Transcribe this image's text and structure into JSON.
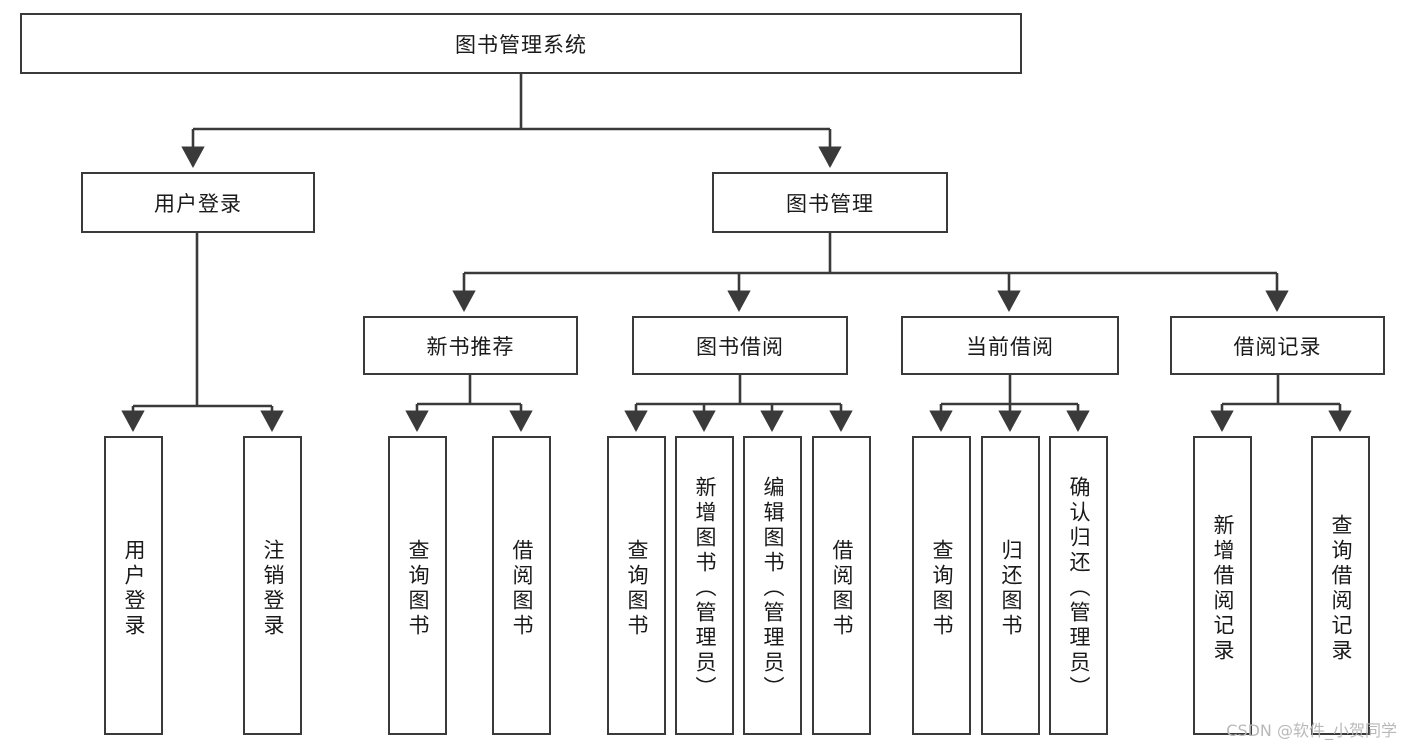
{
  "diagram": {
    "type": "tree-hierarchy-chart",
    "title": "图书管理系统",
    "line_color": "#3a3a3a",
    "box_fill": "#ffffff",
    "text_color": "#1a1a1a",
    "nodes": {
      "root": {
        "label": "图书管理系统",
        "level": 0,
        "orientation": "horizontal"
      },
      "user_login": {
        "label": "用户登录",
        "level": 1,
        "orientation": "horizontal"
      },
      "book_mgmt": {
        "label": "图书管理",
        "level": 1,
        "orientation": "horizontal"
      },
      "new_book_rec": {
        "label": "新书推荐",
        "level": 2,
        "orientation": "horizontal"
      },
      "book_borrow": {
        "label": "图书借阅",
        "level": 2,
        "orientation": "horizontal"
      },
      "current_borrow": {
        "label": "当前借阅",
        "level": 2,
        "orientation": "horizontal"
      },
      "borrow_record": {
        "label": "借阅记录",
        "level": 2,
        "orientation": "horizontal"
      },
      "leaf_user_login": {
        "label": "用户登录",
        "level": 3,
        "orientation": "vertical"
      },
      "leaf_logout": {
        "label": "注销登录",
        "level": 3,
        "orientation": "vertical"
      },
      "leaf_query_book_1": {
        "label": "查询图书",
        "level": 3,
        "orientation": "vertical"
      },
      "leaf_borrow_book_1": {
        "label": "借阅图书",
        "level": 3,
        "orientation": "vertical"
      },
      "leaf_query_book_2": {
        "label": "查询图书",
        "level": 3,
        "orientation": "vertical"
      },
      "leaf_add_book": {
        "label": "新增图书（管理员）",
        "level": 3,
        "orientation": "vertical"
      },
      "leaf_edit_book": {
        "label": "编辑图书（管理员）",
        "level": 3,
        "orientation": "vertical"
      },
      "leaf_borrow_book_2": {
        "label": "借阅图书",
        "level": 3,
        "orientation": "vertical"
      },
      "leaf_query_book_3": {
        "label": "查询图书",
        "level": 3,
        "orientation": "vertical"
      },
      "leaf_return_book": {
        "label": "归还图书",
        "level": 3,
        "orientation": "vertical"
      },
      "leaf_confirm_return": {
        "label": "确认归还（管理员）",
        "level": 3,
        "orientation": "vertical"
      },
      "leaf_add_record": {
        "label": "新增借阅记录",
        "level": 3,
        "orientation": "vertical"
      },
      "leaf_query_record": {
        "label": "查询借阅记录",
        "level": 3,
        "orientation": "vertical"
      }
    },
    "edges": [
      {
        "from": "root",
        "to": "user_login"
      },
      {
        "from": "root",
        "to": "book_mgmt"
      },
      {
        "from": "user_login",
        "to": "leaf_user_login"
      },
      {
        "from": "user_login",
        "to": "leaf_logout"
      },
      {
        "from": "book_mgmt",
        "to": "new_book_rec"
      },
      {
        "from": "book_mgmt",
        "to": "book_borrow"
      },
      {
        "from": "book_mgmt",
        "to": "current_borrow"
      },
      {
        "from": "book_mgmt",
        "to": "borrow_record"
      },
      {
        "from": "new_book_rec",
        "to": "leaf_query_book_1"
      },
      {
        "from": "new_book_rec",
        "to": "leaf_borrow_book_1"
      },
      {
        "from": "book_borrow",
        "to": "leaf_query_book_2"
      },
      {
        "from": "book_borrow",
        "to": "leaf_add_book"
      },
      {
        "from": "book_borrow",
        "to": "leaf_edit_book"
      },
      {
        "from": "book_borrow",
        "to": "leaf_borrow_book_2"
      },
      {
        "from": "current_borrow",
        "to": "leaf_query_book_3"
      },
      {
        "from": "current_borrow",
        "to": "leaf_return_book"
      },
      {
        "from": "current_borrow",
        "to": "leaf_confirm_return"
      },
      {
        "from": "borrow_record",
        "to": "leaf_add_record"
      },
      {
        "from": "borrow_record",
        "to": "leaf_query_record"
      }
    ]
  },
  "watermark": {
    "text": "CSDN @软件_小贺同学",
    "color": "#b9b9b9"
  }
}
